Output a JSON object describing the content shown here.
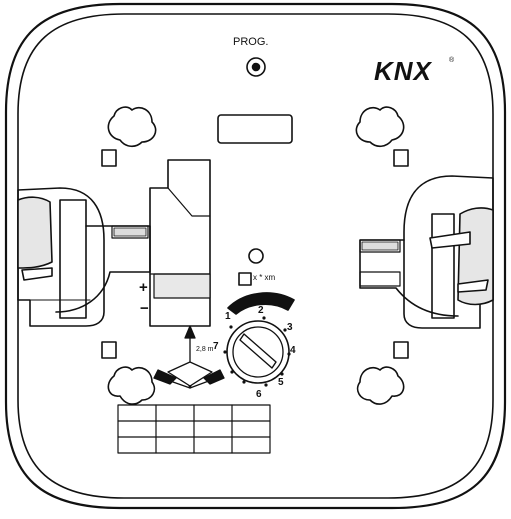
{
  "labels": {
    "prog": "PROG.",
    "brand": "KNX",
    "brand_mark": "®",
    "plus": "+",
    "minus": "−",
    "factor": "x * xm",
    "distance": "2,8 m"
  },
  "dial": {
    "numbers": [
      "1",
      "2",
      "3",
      "4",
      "5",
      "6",
      "7"
    ]
  },
  "label_table": {
    "rows": 3,
    "columns": 4
  }
}
